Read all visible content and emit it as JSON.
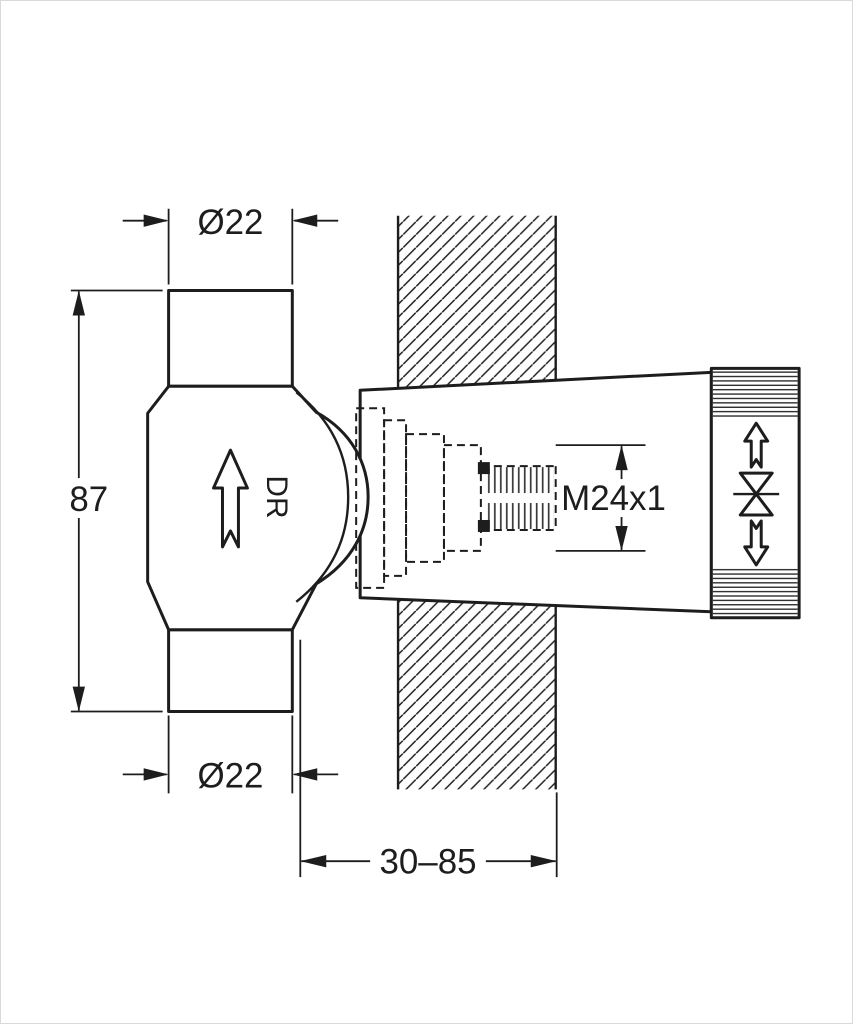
{
  "drawing": {
    "background": "#ffffff",
    "line_color": "#1d1d1d",
    "dimensions": {
      "top_pipe_diameter": "Ø22",
      "bottom_pipe_diameter": "Ø22",
      "body_height": "87",
      "thread_spec": "M24x1",
      "installation_depth_range": "30–85"
    },
    "labels": {
      "flow_marking": "DR"
    },
    "icons": {
      "flow_arrow": "up-arrow-outline",
      "cap_up_arrow": "up-arrow-outline",
      "cap_down_arrow": "down-arrow-outline",
      "valve_symbol": "bowtie-valve"
    }
  }
}
